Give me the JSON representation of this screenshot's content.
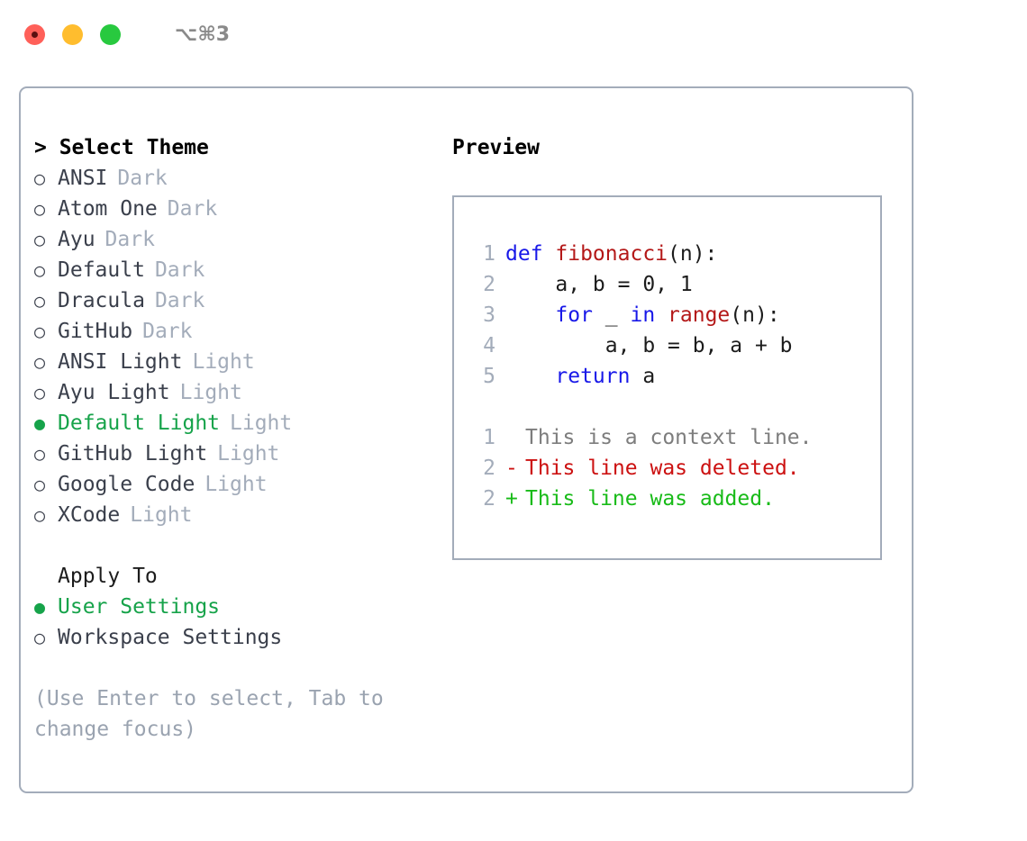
{
  "titlebar": {
    "shortcut": "⌥⌘3",
    "lights": [
      {
        "name": "close",
        "color": "#ff6059"
      },
      {
        "name": "minimize",
        "color": "#ffbd2e"
      },
      {
        "name": "maximize",
        "color": "#28c93f"
      }
    ]
  },
  "theme_picker": {
    "header": "> Select Theme",
    "bullet_selected": "●",
    "bullet_unselected": "○",
    "accent_color": "#16a34a",
    "tag_color": "#a3acba",
    "items": [
      {
        "label": "ANSI",
        "tag": "Dark",
        "selected": false
      },
      {
        "label": "Atom One",
        "tag": "Dark",
        "selected": false
      },
      {
        "label": "Ayu",
        "tag": "Dark",
        "selected": false
      },
      {
        "label": "Default",
        "tag": "Dark",
        "selected": false
      },
      {
        "label": "Dracula",
        "tag": "Dark",
        "selected": false
      },
      {
        "label": "GitHub",
        "tag": "Dark",
        "selected": false
      },
      {
        "label": "ANSI Light",
        "tag": "Light",
        "selected": false
      },
      {
        "label": "Ayu Light",
        "tag": "Light",
        "selected": false
      },
      {
        "label": "Default Light",
        "tag": "Light",
        "selected": true
      },
      {
        "label": "GitHub Light",
        "tag": "Light",
        "selected": false
      },
      {
        "label": "Google Code",
        "tag": "Light",
        "selected": false
      },
      {
        "label": "XCode",
        "tag": "Light",
        "selected": false
      }
    ]
  },
  "apply_to": {
    "header": "Apply To",
    "items": [
      {
        "label": "User Settings",
        "selected": true
      },
      {
        "label": "Workspace Settings",
        "selected": false
      }
    ]
  },
  "hint": "(Use Enter to select, Tab to change focus)",
  "preview": {
    "title": "Preview",
    "code_lines": [
      {
        "num": "1",
        "tokens": [
          {
            "text": "def ",
            "kind": "keyword"
          },
          {
            "text": "fibonacci",
            "kind": "function"
          },
          {
            "text": "(n):",
            "kind": "plain"
          }
        ]
      },
      {
        "num": "2",
        "tokens": [
          {
            "text": "    a, b = 0, 1",
            "kind": "plain"
          }
        ]
      },
      {
        "num": "3",
        "tokens": [
          {
            "text": "    ",
            "kind": "plain"
          },
          {
            "text": "for",
            "kind": "keyword"
          },
          {
            "text": " _ ",
            "kind": "plain"
          },
          {
            "text": "in",
            "kind": "keyword"
          },
          {
            "text": " ",
            "kind": "plain"
          },
          {
            "text": "range",
            "kind": "function"
          },
          {
            "text": "(n):",
            "kind": "plain"
          }
        ]
      },
      {
        "num": "4",
        "tokens": [
          {
            "text": "        a, b = b, a + b",
            "kind": "plain"
          }
        ]
      },
      {
        "num": "5",
        "tokens": [
          {
            "text": "    ",
            "kind": "plain"
          },
          {
            "text": "return",
            "kind": "keyword"
          },
          {
            "text": " a",
            "kind": "plain"
          }
        ]
      }
    ],
    "diff_lines": [
      {
        "num": "1",
        "marker": " ",
        "text": "This is a context line.",
        "kind": "context"
      },
      {
        "num": "2",
        "marker": "-",
        "text": "This line was deleted.",
        "kind": "deleted"
      },
      {
        "num": "2",
        "marker": "+",
        "text": "This line was added.",
        "kind": "added"
      }
    ]
  }
}
